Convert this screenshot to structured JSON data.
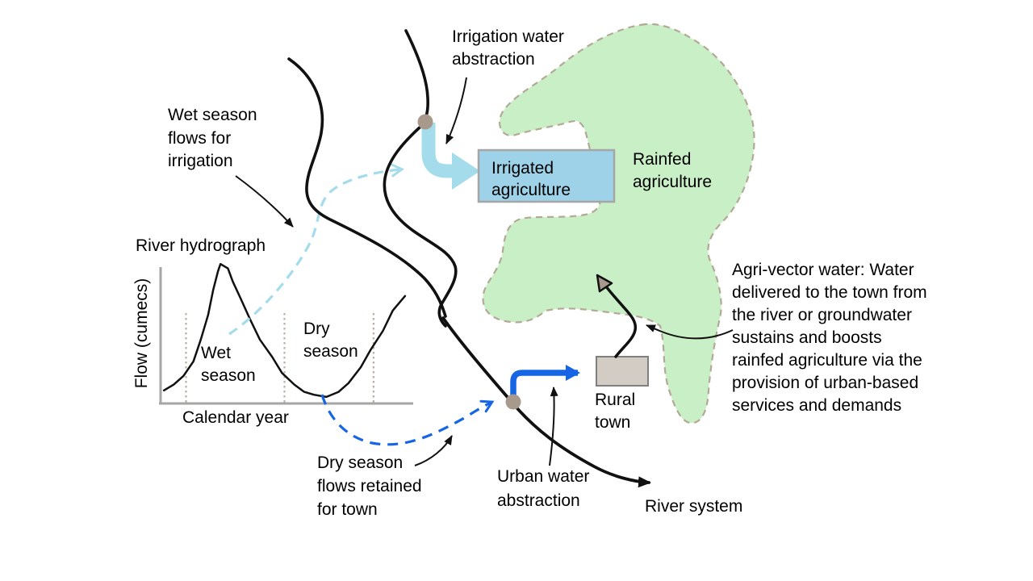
{
  "labels": {
    "irrigation_abstraction": "Irrigation water\nabstraction",
    "wet_season_flows": "Wet season\nflows for\nirrigation",
    "rainfed": "Rainfed\nagriculture",
    "irrigated": "Irrigated\nagriculture",
    "agri_vector_note": "Agri-vector water: Water\ndelivered to the town from\nthe river or groundwater\nsustains and boosts\nrainfed agriculture via the\nprovision of urban-based\nservices and demands",
    "rural_town": "Rural\ntown",
    "dry_season_flows": "Dry season\nflows retained\nfor town",
    "urban_water": "Urban water\nabstraction",
    "river_system": "River system"
  },
  "hydrograph": {
    "type": "line",
    "title": "River hydrograph",
    "ylabel": "Flow (cumecs)",
    "xlabel": "Calendar year",
    "season_labels": {
      "wet": "Wet\nseason",
      "dry": "Dry\nseason"
    },
    "axis_ticks": "none shown",
    "season_divider_fractions": [
      0.1,
      0.5,
      0.862
    ],
    "curve_points": [
      [
        0.01,
        0.09
      ],
      [
        0.05,
        0.13
      ],
      [
        0.09,
        0.19
      ],
      [
        0.13,
        0.29
      ],
      [
        0.16,
        0.44
      ],
      [
        0.19,
        0.61
      ],
      [
        0.21,
        0.78
      ],
      [
        0.23,
        0.91
      ],
      [
        0.24,
        0.96
      ],
      [
        0.27,
        0.93
      ],
      [
        0.29,
        0.84
      ],
      [
        0.32,
        0.73
      ],
      [
        0.36,
        0.58
      ],
      [
        0.4,
        0.44
      ],
      [
        0.45,
        0.32
      ],
      [
        0.49,
        0.21
      ],
      [
        0.54,
        0.13
      ],
      [
        0.58,
        0.08
      ],
      [
        0.62,
        0.06
      ],
      [
        0.67,
        0.045
      ],
      [
        0.72,
        0.08
      ],
      [
        0.76,
        0.14
      ],
      [
        0.81,
        0.25
      ],
      [
        0.85,
        0.37
      ],
      [
        0.9,
        0.5
      ],
      [
        0.94,
        0.64
      ],
      [
        0.99,
        0.74
      ]
    ],
    "description": "Annual flow curve: low flow at start of year, steep rise to wet-season peak, decline to dry-season trough, rising again at year end"
  },
  "colors": {
    "river_black": "#111111",
    "flow_blue": "#1565e5",
    "light_blue": "#a5dcec",
    "rainfed_fill": "#c9efc6",
    "rainfed_border": "#b3a996",
    "irrigated_box_fill": "#9ed2e8",
    "irrigated_box_border": "#a6a6a6",
    "town_fill": "#d2ccc5",
    "town_border": "#7f7f7f",
    "abstraction_dot": "#a79a8d",
    "arrowhead_gray": "#a79a8d",
    "axis_gray": "#a6a6a6",
    "divider_dotted": "#b9b1a4"
  }
}
